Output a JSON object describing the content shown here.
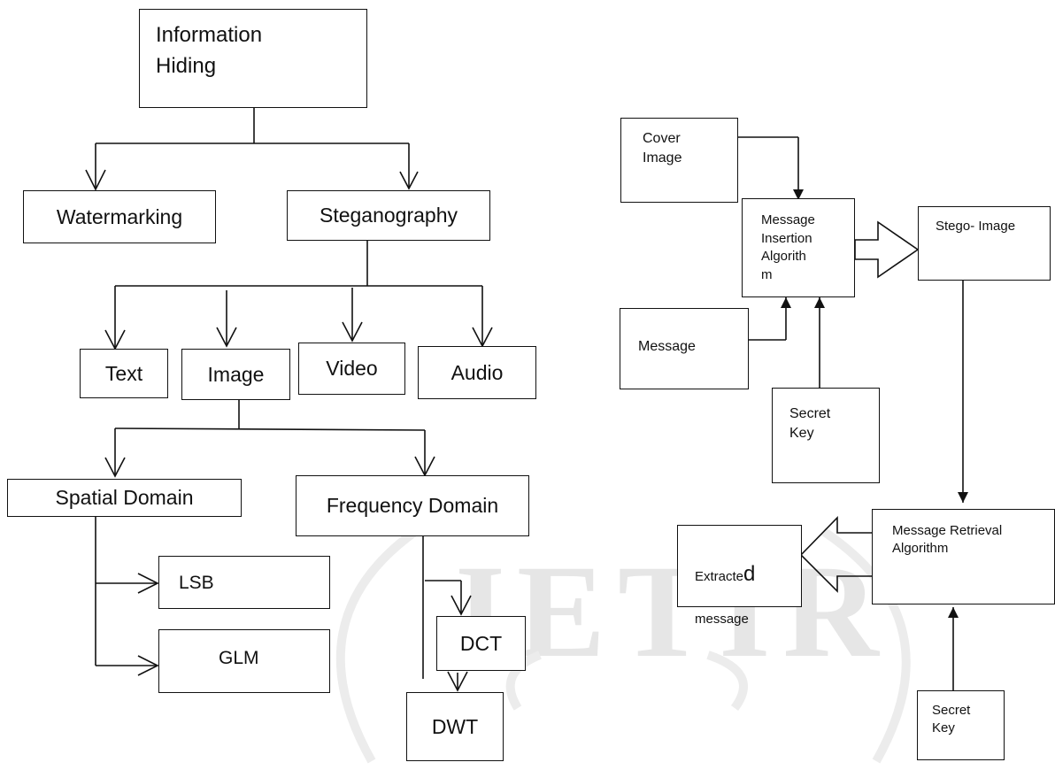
{
  "watermark": {
    "text": "JETIR",
    "color": "#e6e6e6"
  },
  "diagram_colors": {
    "stroke": "#111111",
    "background": "#ffffff"
  },
  "hierarchy": {
    "root": "Information\nHiding",
    "branches": [
      "Watermarking",
      "Steganography"
    ],
    "media": [
      "Text",
      "Image",
      "Video",
      "Audio"
    ],
    "domains": [
      "Spatial Domain",
      "Frequency Domain"
    ],
    "spatial_methods": [
      "LSB",
      "GLM"
    ],
    "frequency_methods": [
      "DCT",
      "DWT"
    ]
  },
  "process": {
    "cover": "Cover\nImage",
    "message": "Message",
    "insertion": "Message\nInsertion\nAlgorith\nm",
    "key1": "Secret\nKey",
    "stego": "Stego- Image",
    "retrieval": "Message Retrieval\nAlgorithm",
    "extracted_main": "Extracte",
    "extracted_big": "d",
    "extracted_line2": "message",
    "key2": "Secret\nKey"
  }
}
